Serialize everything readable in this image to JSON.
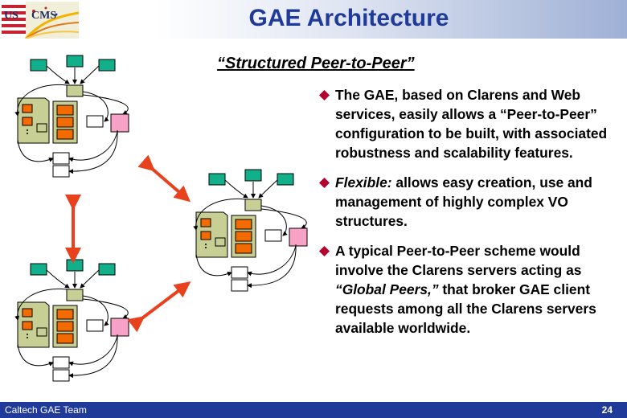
{
  "slide": {
    "title": "GAE Architecture",
    "subtitle": "“Structured Peer-to-Peer”",
    "logo_text": "US CMS"
  },
  "bullets": [
    {
      "lead": "",
      "lead_italic": "",
      "text": "The GAE, based on Clarens and Web services, easily allows a “Peer-to-Peer” configuration to be built, with associated robustness and scalability features."
    },
    {
      "lead_italic": "Flexible:",
      "text": " allows easy creation, use and management of highly complex VO structures."
    },
    {
      "part1": "A typical Peer-to-Peer scheme would involve the Clarens servers acting as ",
      "italic": "“Global Peers,”",
      "part2": " that broker GAE client requests  among all the Clarens servers available worldwide."
    }
  ],
  "footer": {
    "left": "Caltech GAE Team",
    "page_number": "24"
  },
  "colors": {
    "title": "#1f3a99",
    "bullet": "#b3002d",
    "footer_bg": "#1f3a99",
    "client_green": "#12b08a",
    "server_olive": "#c8cf95",
    "service_orange": "#f36a00",
    "peer_pink": "#f7a1c4",
    "arrow_red": "#e8411e"
  }
}
